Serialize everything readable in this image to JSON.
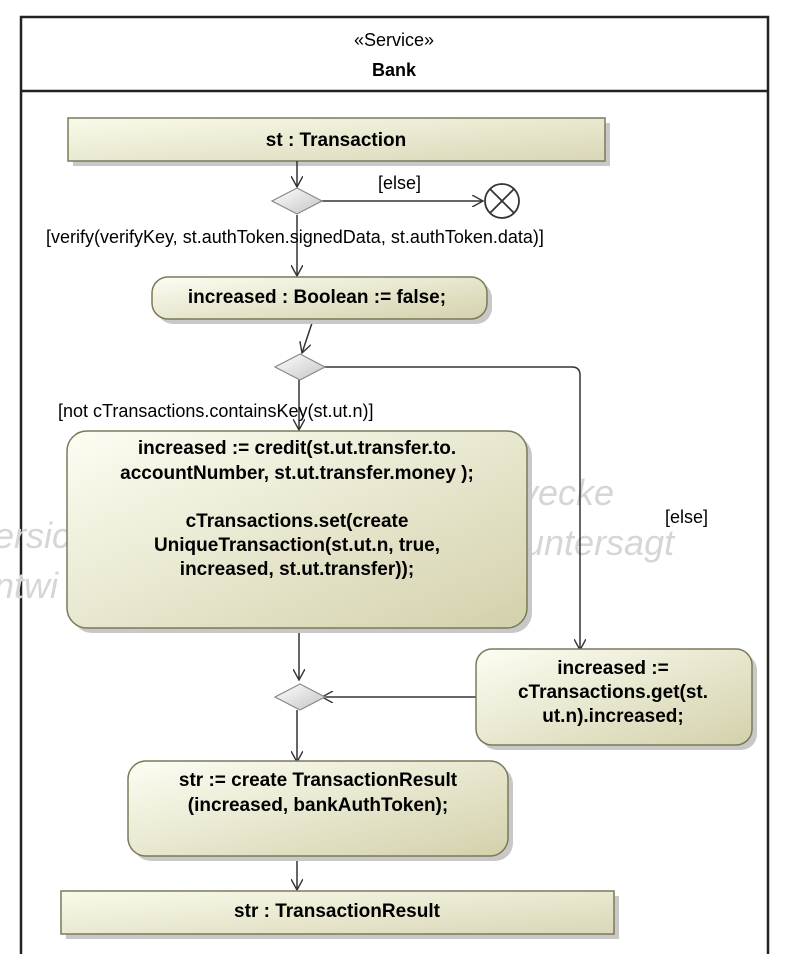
{
  "frame": {
    "stereotype": "«Service»",
    "name": "Bank"
  },
  "watermark": {
    "left_line1": "ersic",
    "left_line2": "ntwi",
    "right_line1": "vecke",
    "right_line2": "untersagt"
  },
  "nodes": {
    "input_pin": "st : Transaction",
    "init_action": "increased : Boolean := false;",
    "credit_action": [
      "increased := credit(st.ut.transfer.to.",
      "accountNumber, st.ut.transfer.money );",
      "",
      "cTransactions.set(create",
      "UniqueTransaction(st.ut.n, true,",
      "increased, st.ut.transfer));"
    ],
    "get_action": [
      "increased :=",
      "cTransactions.get(st.",
      "ut.n).increased;"
    ],
    "result_action": [
      "str := create TransactionResult",
      "(increased, bankAuthToken);"
    ],
    "output_pin": "str : TransactionResult"
  },
  "guards": {
    "else_top": "[else]",
    "verify": "[verify(verifyKey, st.authToken.signedData, st.authToken.data)]",
    "not_contains": "[not cTransactions.containsKey(st.ut.n)]",
    "else_right": "[else]"
  },
  "colors": {
    "node_fill_light": "#fbfbee",
    "node_fill_dark": "#d8d6b2",
    "node_stroke": "#7a7a5a",
    "edge": "#333333"
  }
}
